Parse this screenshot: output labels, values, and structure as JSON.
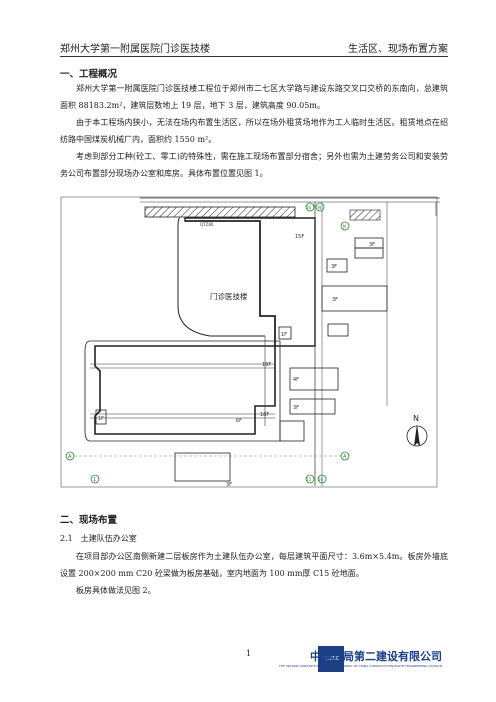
{
  "header": {
    "left": "郑州大学第一附属医院门诊医技楼",
    "right": "生活区、现场布置方案"
  },
  "section1": {
    "title": "一、工程概况",
    "p1": "郑州大学第一附属医院门诊医技楼工程位于郑州市二七区大学路与建设东路交叉口交桥的东南向，总建筑面积 88183.2m²，建筑层数地上 19 层，地下 3 层，建筑高度 90.05m。",
    "p2": "由于本工程场内狭小，无法在场内布置生活区，所以在场外租赁场地作为工人临时生活区。租赁地点在绍纺路中国煤炭机械厂内，面积约 1550 m²。",
    "p3": "考虑到部分工种(砼工、零工)的特殊性，需在施工现场布置部分宿舍；另外也需为土建劳务公司和安装劳务公司布置部分现场办公室和库房。具体布置位置见图 1。"
  },
  "plan": {
    "building_label": "门诊医技楼",
    "floor_15": "15F",
    "floor_19": "19F",
    "floor_18": "18F",
    "floor_6": "6F",
    "floor_3a": "3F",
    "floor_3b": "3F",
    "floor_3c": "3F",
    "floor_3d": "3F",
    "floor_3e": "3F",
    "floor_1a": "1F",
    "floor_1b": "1F",
    "floor_1c": "1F",
    "floor_4": "4F",
    "small_code": "QTZ80",
    "axis_a_left": "A",
    "axis_a_right": "A",
    "axis_1": "1",
    "axis_15": "15",
    "axis_16": "16",
    "axis_16b": "16",
    "axis_n": "N",
    "axis_n2": "N",
    "north": "N"
  },
  "section2": {
    "title": "二、现场布置",
    "sub": "2.1　土建队伍办公室",
    "p1": "在项目部办公区南侧新建二层板房作为土建队伍办公室，每层建筑平面尺寸：3.6m×5.4m。板房外墙底设置 200×200 mm C20 砼梁做为板房基础，室内地面为 100 mm厚 C15 砼地面。",
    "p2": "板房具体做法见图 2。"
  },
  "footer": {
    "page": "1",
    "company": "中建八局第二建设有限公司",
    "company_en": "THE SECOND CONSTRUCTION LIMITED COMPANY OF CHINA CONSTRUCTION EIGHTH ENGINEERING DIVISION",
    "logo_text": "CSCEC"
  }
}
